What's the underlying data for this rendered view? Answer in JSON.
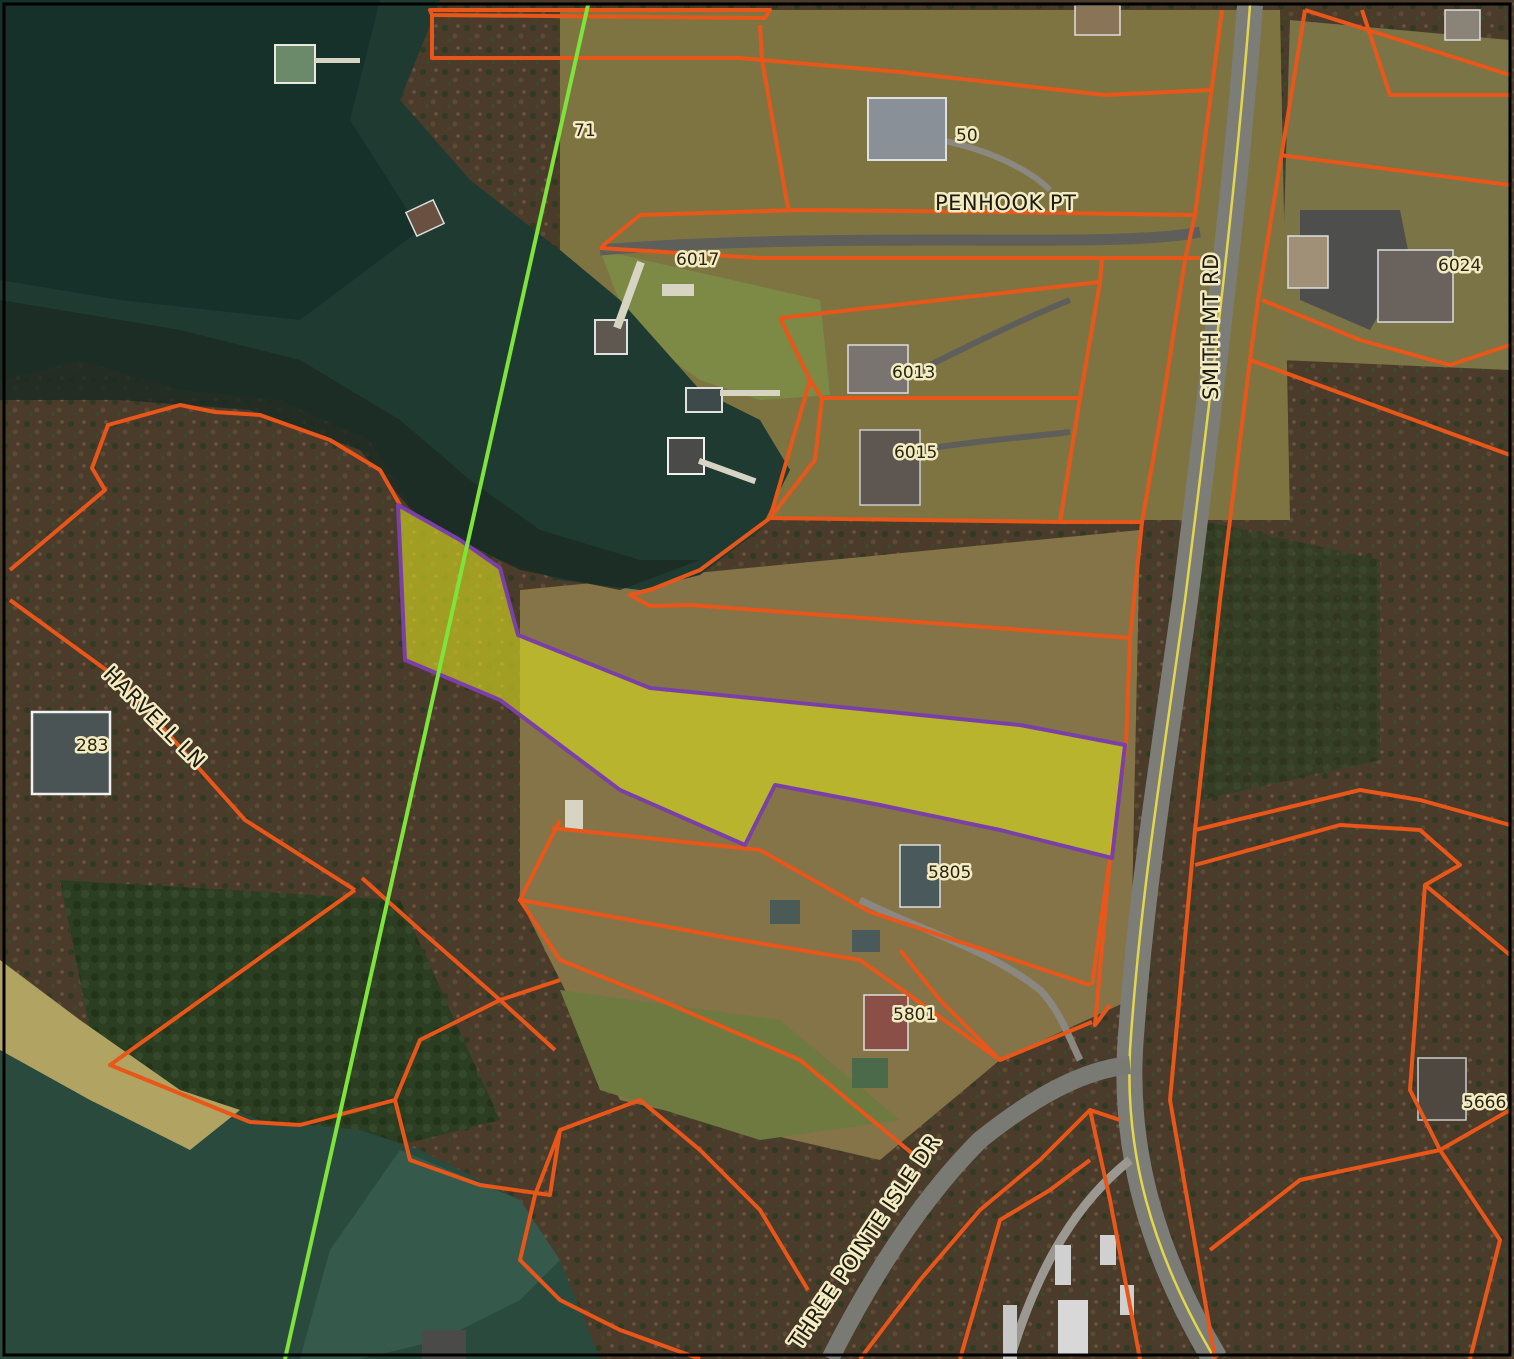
{
  "map": {
    "colors": {
      "parcel_line": "#e8561a",
      "subject_outline": "#7b3fa8",
      "subject_fill": "#d8dc1e",
      "boundary_line": "#7ee33a",
      "label_halo": "#f3ecc2",
      "water": "#1f3a30",
      "shallow_water": "#c9b46a",
      "forest": "#4a3b2a",
      "field": "#8a7a4a",
      "road": "#7d7d78",
      "road_centerline": "#e3d64a"
    },
    "road_labels": {
      "penhook": "PENHOOK PT",
      "smith_mt": "SMITH MT RD",
      "harvell": "HARVELL LN",
      "three_pointe": "THREE POINTE ISLE DR"
    },
    "parcel_labels": {
      "p71": "71",
      "p50": "50",
      "p6017": "6017",
      "p6013": "6013",
      "p6015": "6015",
      "p6024": "6024",
      "p283": "283",
      "p5805": "5805",
      "p5801": "5801",
      "p5666": "5666"
    }
  }
}
